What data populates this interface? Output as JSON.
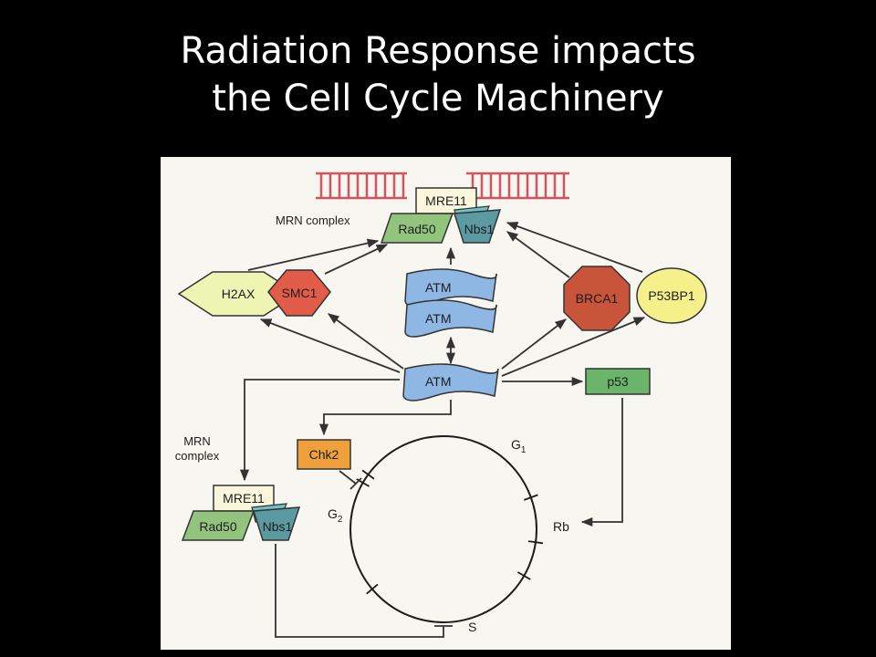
{
  "slide": {
    "title_line1": "Radiation Response impacts",
    "title_line2": "the Cell Cycle Machinery"
  },
  "diagram": {
    "labels": {
      "mrn_complex_top": "MRN complex",
      "mrn_complex_bottom_1": "MRN",
      "mrn_complex_bottom_2": "complex",
      "mre11": "MRE11",
      "rad50": "Rad50",
      "nbs1": "Nbs1",
      "h2ax": "H2AX",
      "smc1": "SMC1",
      "atm": "ATM",
      "brca1": "BRCA1",
      "p53bp1": "P53BP1",
      "p53": "p53",
      "chk2": "Chk2",
      "g1": "G",
      "g1_sub": "1",
      "g2": "G",
      "g2_sub": "2",
      "rb": "Rb",
      "s": "S"
    },
    "colors": {
      "slide_background": "#000000",
      "figure_background": "#f8f6f1",
      "dna": "#d2555d",
      "mre11": "#fbf6dc",
      "rad50": "#93c47d",
      "nbs1": "#5b9aa0",
      "nbs1_overlap": "#6ec2c9",
      "h2ax": "#eef5b2",
      "smc1": "#e25d49",
      "atm": "#8fb7e4",
      "brca1": "#c8543a",
      "p53bp1": "#f6f08a",
      "p53": "#6bb56b",
      "chk2": "#f0a03b",
      "arrow": "#333333"
    }
  }
}
